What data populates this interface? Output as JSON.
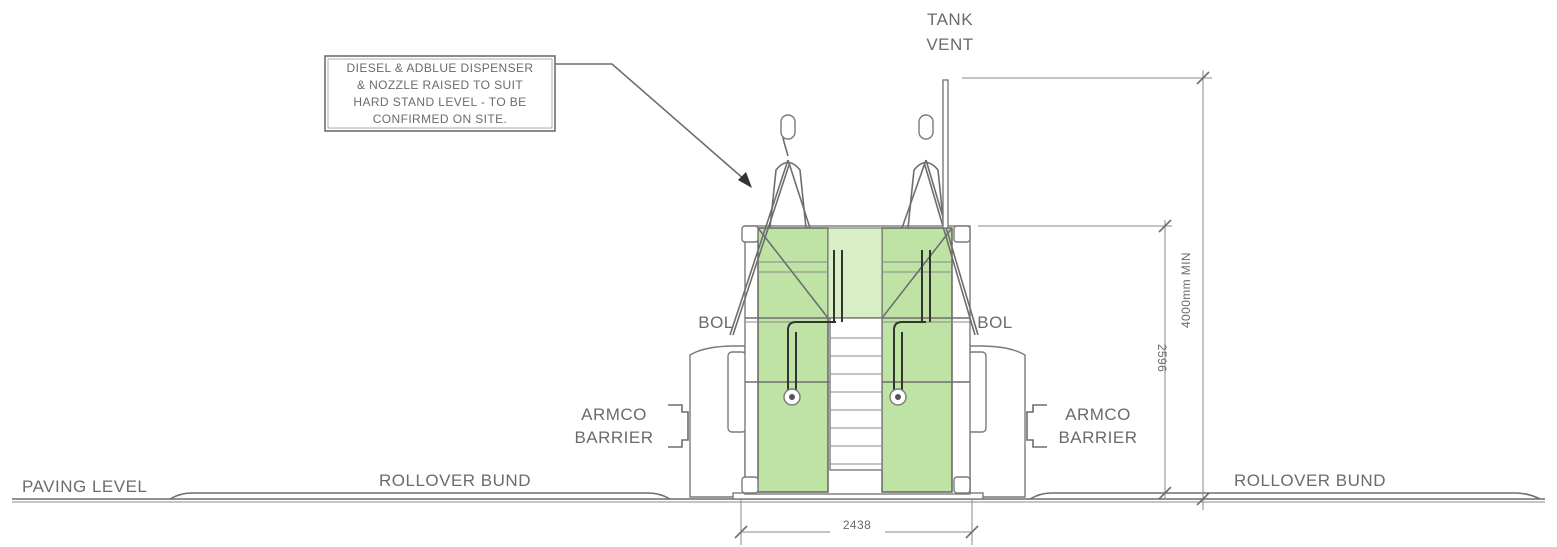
{
  "labels": {
    "tank_vent_line1": "TANK",
    "tank_vent_line2": "VENT",
    "dispenser_note_line1": "DIESEL & ADBLUE DISPENSER",
    "dispenser_note_line2": "& NOZZLE RAISED TO SUIT",
    "dispenser_note_line3": "HARD STAND LEVEL - TO BE",
    "dispenser_note_line4": "CONFIRMED ON SITE.",
    "bol_left": "BOL",
    "bol_right": "BOL",
    "armco_left_line1": "ARMCO",
    "armco_left_line2": "BARRIER",
    "armco_right_line1": "ARMCO",
    "armco_right_line2": "BARRIER",
    "paving_level": "PAVING LEVEL",
    "rollover_bund_left": "ROLLOVER BUND",
    "rollover_bund_right": "ROLLOVER BUND"
  },
  "dimensions": {
    "width": "2438",
    "tank_height": "2596",
    "vent_height": "4000mm MIN"
  },
  "colors": {
    "tank_fill": "#bfe3a4",
    "line": "#6e6e6e"
  }
}
